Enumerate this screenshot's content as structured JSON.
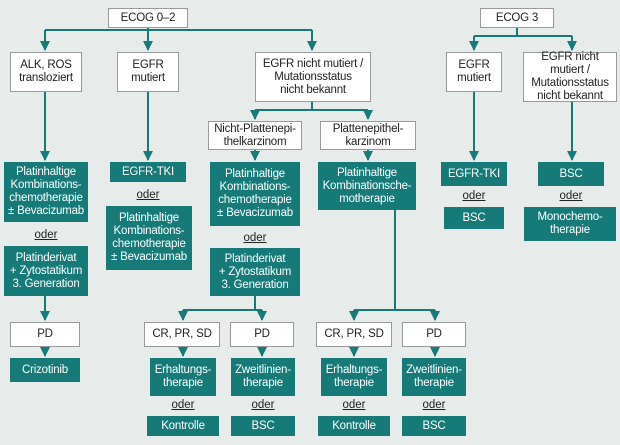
{
  "ecog02": "ECOG 0–2",
  "ecog3": "ECOG 3",
  "alk_ros": "ALK, ROS\ntransloziert",
  "egfr_mut": "EGFR\nmutiert",
  "egfr_nicht": "EGFR nicht mutiert /\nMutationsstatus\nnicht bekannt",
  "nicht_platten": "Nicht-Plattenepi-\nthelkarzinom",
  "platten": "Plattenepithel-\nkarzinom",
  "platin_kombi_bev": "Platinhaltige\nKombinations-\nchemotherapie\n± Bevacizumab",
  "platinderivat": "Platinderivat\n+ Zytostatikum\n3. Generation",
  "egfr_tki": "EGFR-TKI",
  "platin_kombi_che": "Platinhaltige\nKombinationsche-\nmotherapie",
  "pd": "PD",
  "cr_pr_sd": "CR, PR, SD",
  "crizotinib": "Crizotinib",
  "erhaltung": "Erhaltungs-\ntherapie",
  "zweitlinie": "Zweitlinien-\ntherapie",
  "kontrolle": "Kontrolle",
  "bsc": "BSC",
  "egfr_mut_e3": "EGFR\nmutiert",
  "egfr_nicht_e3": "EGFR nicht\nmutiert /\nMutationsstatus\nnicht bekannt",
  "monochemo": "Monochemo-\ntherapie",
  "oder": "oder",
  "colors": {
    "teal": "#167a78",
    "background": "#e7ecea",
    "border": "#9a9a9a"
  }
}
